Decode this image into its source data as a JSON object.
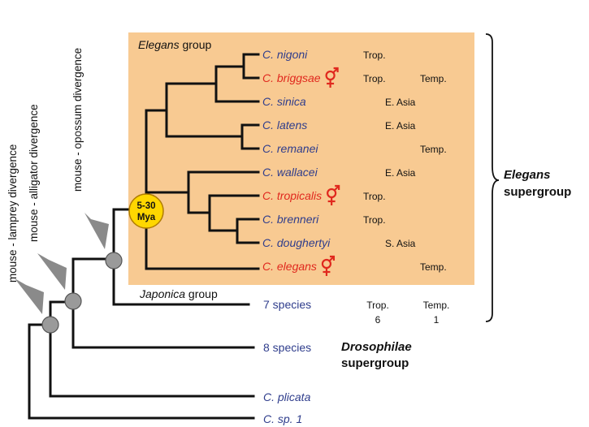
{
  "colors": {
    "panel_fill": "#f8ca92",
    "species_default": "#2f3d8c",
    "species_hermaphrodite": "#e0281e",
    "node_fill": "#9a9a9a",
    "node_time_fill": "#ffd700",
    "hermaphrodite_icon": "#e0281e",
    "line": "#111111"
  },
  "divergence_labels": [
    "mouse - lamprey divergence",
    "mouse - alligator divergence",
    "mouse - opossum divergence"
  ],
  "node_badge": {
    "line1": "5-30",
    "line2": "Mya"
  },
  "groups": {
    "elegans_group": {
      "name_italic": "Elegans",
      "name_rest": " group"
    },
    "japonica_group": {
      "name_italic": "Japonica",
      "name_rest": " group"
    },
    "elegans_supergroup": {
      "line1": "Elegans",
      "line2": "supergroup"
    },
    "drosophilae_supergroup": {
      "line1": "Drosophilae",
      "line2": "supergroup"
    }
  },
  "species": [
    {
      "name": "C. nigoni",
      "hermaphrodite": false,
      "col1": "Trop.",
      "col2": ""
    },
    {
      "name": "C. briggsae",
      "hermaphrodite": true,
      "col1": "Trop.",
      "col2": "Temp."
    },
    {
      "name": "C. sinica",
      "hermaphrodite": false,
      "col1": "E. Asia",
      "col2": ""
    },
    {
      "name": "C. latens",
      "hermaphrodite": false,
      "col1": "E. Asia",
      "col2": ""
    },
    {
      "name": "C. remanei",
      "hermaphrodite": false,
      "col1": "",
      "col2": "Temp."
    },
    {
      "name": "C. wallacei",
      "hermaphrodite": false,
      "col1": "E. Asia",
      "col2": ""
    },
    {
      "name": "C. tropicalis",
      "hermaphrodite": true,
      "col1": "Trop.",
      "col2": ""
    },
    {
      "name": "C. brenneri",
      "hermaphrodite": false,
      "col1": "Trop.",
      "col2": ""
    },
    {
      "name": "C. doughertyi",
      "hermaphrodite": false,
      "col1": "S. Asia",
      "col2": ""
    },
    {
      "name": "C. elegans",
      "hermaphrodite": true,
      "col1": "",
      "col2": "Temp."
    }
  ],
  "japonica": {
    "label": "7 species",
    "trop_label": "Trop.",
    "trop_count": "6",
    "temp_label": "Temp.",
    "temp_count": "1"
  },
  "drosophilae": {
    "label": "8 species"
  },
  "outgroups": [
    {
      "name": "C. plicata"
    },
    {
      "name": "C. sp. 1"
    }
  ]
}
